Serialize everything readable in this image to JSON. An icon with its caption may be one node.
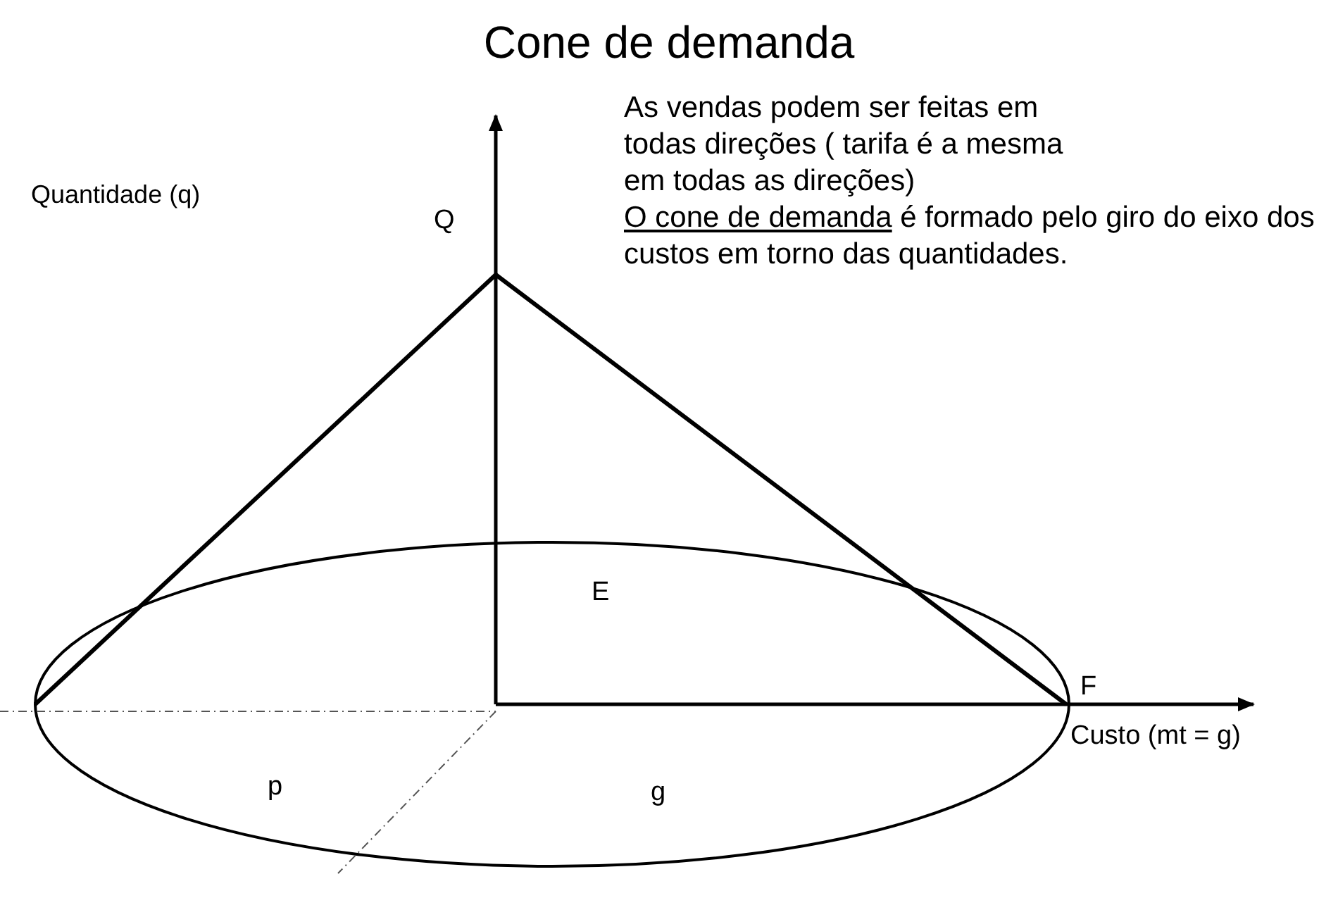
{
  "diagram": {
    "title": "Cone de demanda",
    "labels": [
      "As vendas podem ser feitas em todas direções ( tarifa é a mesma em todas as direções)",
      "O cone de demanda",
      "é formado pelo giro do eixo dos custos em torno das quantidades.",
      "Q",
      "Quantidade (q)",
      "E",
      "F",
      "Custo (mt = g)",
      "p",
      "g"
    ]
  }
}
